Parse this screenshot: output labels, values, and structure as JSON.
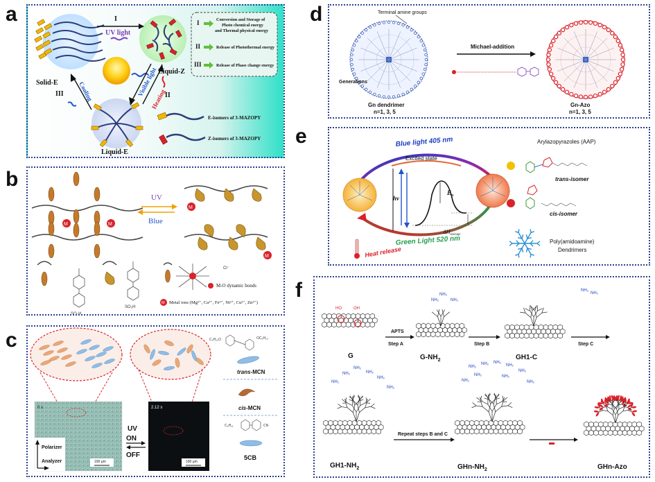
{
  "panel_labels": {
    "a": "a",
    "b": "b",
    "c": "c",
    "d": "d",
    "e": "e",
    "f": "f"
  },
  "a": {
    "solid": "Solid-E",
    "liquid_z": "Liquid-Z",
    "liquid_e": "Liquid-E",
    "step1": "I",
    "uv": "UV light",
    "visible": "Visible light",
    "step3": "III",
    "cooling": "Cooling",
    "step2": "II",
    "heating": "Heating",
    "leg1_num": "I",
    "leg1_l1": "Conversion and Storage of",
    "leg1_l2": "Photo chemical energy",
    "leg1_l3": "and Thermal physical energy",
    "leg2_num": "II",
    "leg2": "Release of Photothermal energy",
    "leg3_num": "III",
    "leg3": "Release of Phase change energy",
    "e_iso": "E-isomers of 3-MAZOPY",
    "z_iso": "Z-isomers of 3-MAZOPY"
  },
  "b": {
    "uv": "UV",
    "blue": "Blue",
    "mo_bond": "M-O dynamic bonds",
    "metal": "Metal ions (Mg²⁺, Ca²⁺, Fe³⁺, Ni²⁺, Cu²⁺, Zn²⁺)",
    "m": "M",
    "so3h": "SO₃H",
    "clminus": "Cl⁻"
  },
  "c": {
    "t0": "0 s",
    "t1": "2.12 s",
    "uv_l1": "UV",
    "uv_l2": "ON",
    "uv_l3": "OFF",
    "polarizer": "Polarizer",
    "analyzer": "Analyzer",
    "scale1": "100 μm",
    "scale2": "100 μm",
    "trans_pre": "trans",
    "trans_post": "-MCN",
    "cis_pre": "cis",
    "cis_post": "-MCN",
    "fivecb": "5CB",
    "cn": "CN",
    "c5h11": "C₅H₁₁",
    "c6h13o": "C₆H₁₃O",
    "oc6h13": "OC₆H₁₃"
  },
  "d": {
    "terminal": "Terminal amine groups",
    "generations": "Generations",
    "michael": "Michael-addition",
    "left_l1": "Gn dendrimer",
    "left_l2": "n=1, 3, 5",
    "right_l1": "Gn-Azo",
    "right_l2": "n=1, 3, 5"
  },
  "e": {
    "blue": "Blue light 405 nm",
    "green": "Green Light 520 nm",
    "excited": "Excited state",
    "hv": "hv",
    "ea": "E",
    "ea_sub": "a",
    "dh": "ΔH",
    "dh_sub": "storage",
    "heat": "Heat release",
    "aap": "Arylazopyrazoles (AAP)",
    "trans": "trans-isomer",
    "cis": "cis-isomer",
    "pamam_l1": "Poly(amidoamine)",
    "pamam_l2": "Dendrimers"
  },
  "f": {
    "g": "G",
    "apts": "APTS",
    "step_a": "Step A",
    "gnh2": "G-NH",
    "gnh2_sub": "2",
    "step_b": "Step B",
    "gh1c": "GH1-C",
    "step_c": "Step C",
    "gh1nh2": "GH1-NH",
    "gh1nh2_sub": "2",
    "repeat": "Repeat steps B and C",
    "ghnnh2": "GHn-NH",
    "ghnnh2_sub": "2",
    "ghnazo": "GHn-Azo",
    "nh2": "NH₂",
    "ho": "HO",
    "oh": "OH"
  },
  "colors": {
    "frame": "#2b3f8f",
    "azo_red": "#d9222a",
    "uv_purple": "#7a3db8",
    "blue_light": "#2255cc",
    "green_light": "#22a050",
    "orange_mol": "#c47a2c",
    "yellow_mol": "#f2b705"
  }
}
